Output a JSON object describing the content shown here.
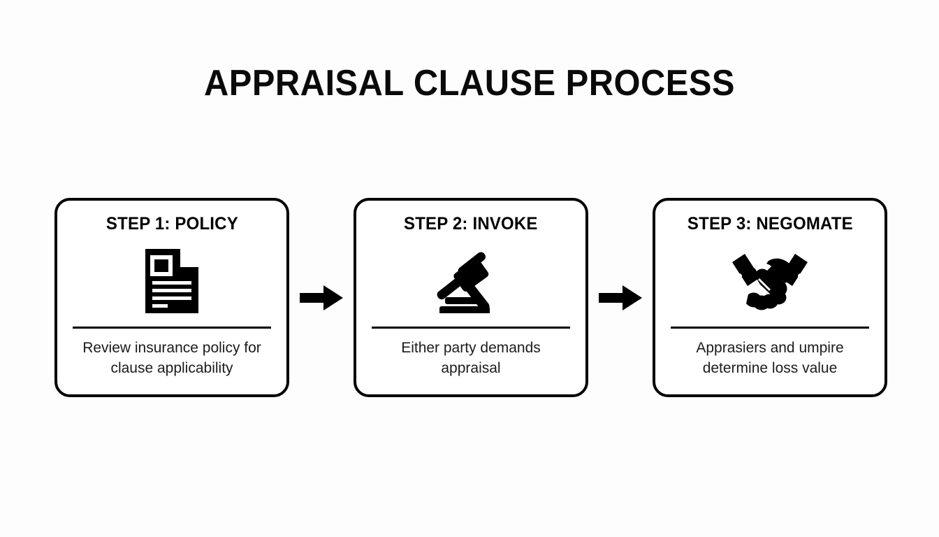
{
  "page": {
    "title": "APPRAISAL CLAUSE PROCESS",
    "background_color": "#fdfdfd",
    "ink_color": "#000000"
  },
  "flow": {
    "arrow_icon_name": "arrow-right-icon",
    "steps": [
      {
        "title": "STEP 1: POLICY",
        "icon": "document-icon",
        "description": "Review insurance policy for clause applicability"
      },
      {
        "title": "STEP 2: INVOKE",
        "icon": "gavel-icon",
        "description": "Either party demands appraisal"
      },
      {
        "title": "STEP 3: NEGOMATE",
        "icon": "handshake-icon",
        "description": "Apprasiers and umpire determine loss value"
      }
    ]
  }
}
